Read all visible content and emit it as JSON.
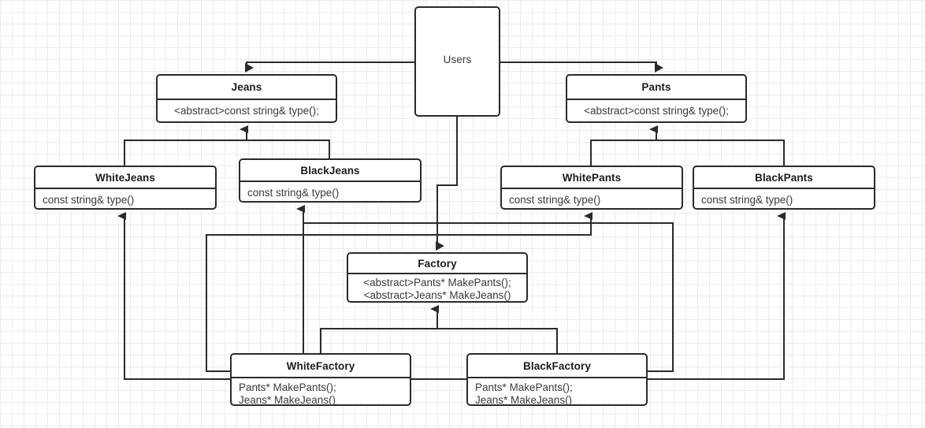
{
  "diagram": {
    "type": "uml-class-diagram",
    "title": "Abstract Factory pattern class diagram",
    "line_color": "#2b2b2b",
    "box_fill": "#ffffff",
    "text_color": "#3a3a3a",
    "grid_color": "#ececec"
  },
  "classes": {
    "users": {
      "name": "Users",
      "members": ""
    },
    "jeans": {
      "name": "Jeans",
      "members": "<abstract>const string& type();"
    },
    "pants": {
      "name": "Pants",
      "members": "<abstract>const string& type();"
    },
    "white_jeans": {
      "name": "WhiteJeans",
      "members": "const string& type()"
    },
    "black_jeans": {
      "name": "BlackJeans",
      "members": "const string& type()"
    },
    "white_pants": {
      "name": "WhitePants",
      "members": "const string& type()"
    },
    "black_pants": {
      "name": "BlackPants",
      "members": "const string& type()"
    },
    "factory": {
      "name": "Factory",
      "members": "<abstract>Pants* MakePants();\n<abstract>Jeans* MakeJeans()"
    },
    "white_factory": {
      "name": "WhiteFactory",
      "members": "Pants* MakePants();\nJeans* MakeJeans()"
    },
    "black_factory": {
      "name": "BlackFactory",
      "members": "Pants* MakePants();\nJeans* MakeJeans()"
    }
  },
  "relations": [
    {
      "id": "users-to-jeans",
      "from": "Users",
      "to": "Jeans",
      "kind": "dependency"
    },
    {
      "id": "users-to-pants",
      "from": "Users",
      "to": "Pants",
      "kind": "dependency"
    },
    {
      "id": "users-to-factory",
      "from": "Users",
      "to": "Factory",
      "kind": "dependency"
    },
    {
      "id": "whitejeans-to-jeans",
      "from": "WhiteJeans",
      "to": "Jeans",
      "kind": "inheritance"
    },
    {
      "id": "blackjeans-to-jeans",
      "from": "BlackJeans",
      "to": "Jeans",
      "kind": "inheritance"
    },
    {
      "id": "whitepants-to-pants",
      "from": "WhitePants",
      "to": "Pants",
      "kind": "inheritance"
    },
    {
      "id": "blackpants-to-pants",
      "from": "BlackPants",
      "to": "Pants",
      "kind": "inheritance"
    },
    {
      "id": "whitefactory-to-factory",
      "from": "WhiteFactory",
      "to": "Factory",
      "kind": "inheritance"
    },
    {
      "id": "blackfactory-to-factory",
      "from": "BlackFactory",
      "to": "Factory",
      "kind": "inheritance"
    },
    {
      "id": "whitefactory-to-whitejeans",
      "from": "WhiteFactory",
      "to": "WhiteJeans",
      "kind": "creates"
    },
    {
      "id": "whitefactory-to-whitepants",
      "from": "WhiteFactory",
      "to": "WhitePants",
      "kind": "creates"
    },
    {
      "id": "blackfactory-to-blackjeans",
      "from": "BlackFactory",
      "to": "BlackJeans",
      "kind": "creates"
    },
    {
      "id": "blackfactory-to-blackpants",
      "from": "BlackFactory",
      "to": "BlackPants",
      "kind": "creates"
    }
  ]
}
